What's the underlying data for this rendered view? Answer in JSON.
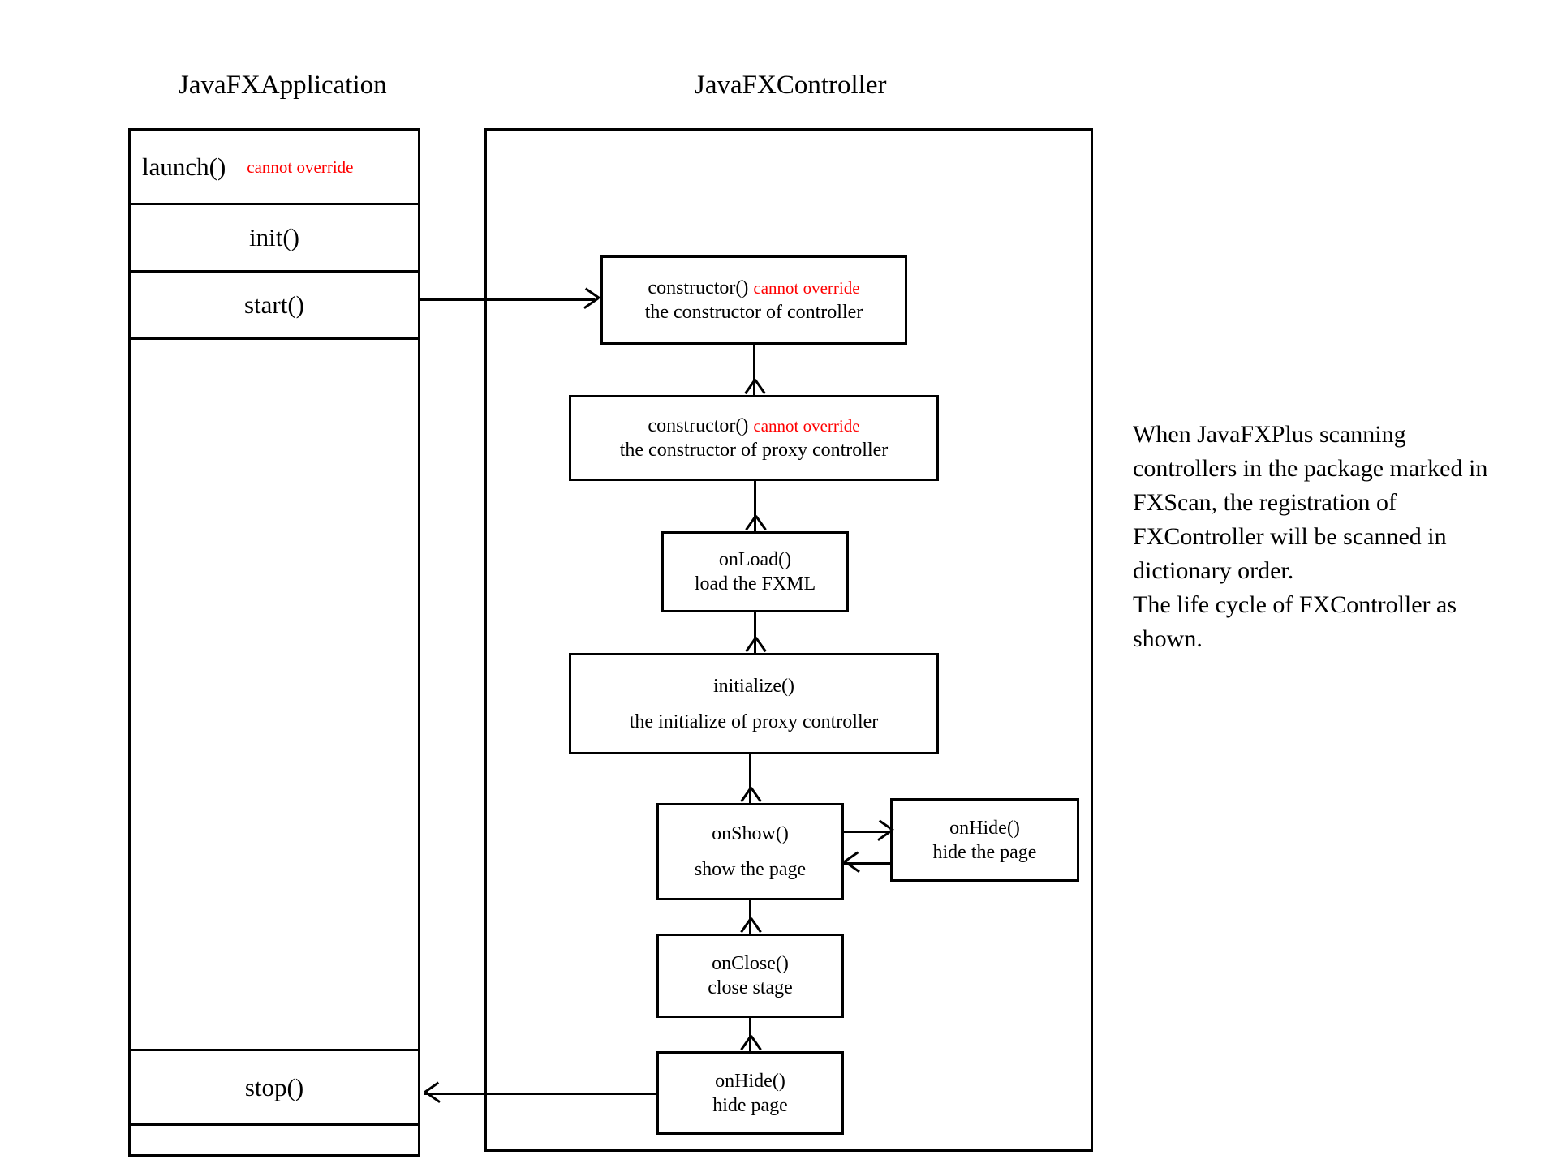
{
  "diagram": {
    "title_left": "JavaFXApplication",
    "title_right": "JavaFXController"
  },
  "application_class": {
    "name": "JavaFXApplication",
    "rows": [
      {
        "label": "launch()",
        "note": "cannot override",
        "note_color": "#ff0000"
      },
      {
        "label": "init()",
        "note": ""
      },
      {
        "label": "start()",
        "note": ""
      },
      {
        "label": "",
        "note": ""
      },
      {
        "label": "stop()",
        "note": ""
      },
      {
        "label": "",
        "note": ""
      }
    ]
  },
  "controller_class": {
    "name": "JavaFXController",
    "nodes": [
      {
        "id": "constructor",
        "line1": "constructor()",
        "line1_note": "cannot override",
        "line2": "the constructor of controller"
      },
      {
        "id": "constructor-proxy",
        "line1": "constructor()",
        "line1_note": "cannot override",
        "line2": "the constructor of proxy controller"
      },
      {
        "id": "onload",
        "line1": "onLoad()",
        "line1_note": "",
        "line2": "load the FXML"
      },
      {
        "id": "initialize",
        "line1": "initialize()",
        "line1_note": "",
        "line2": "the initialize of proxy controller"
      },
      {
        "id": "onshow",
        "line1": "onShow()",
        "line1_note": "",
        "line2": "show the page"
      },
      {
        "id": "onhide-side",
        "line1": "onHide()",
        "line1_note": "",
        "line2": "hide the page"
      },
      {
        "id": "onclose",
        "line1": "onClose()",
        "line1_note": "",
        "line2": "close stage"
      },
      {
        "id": "onhide-bottom",
        "line1": "onHide()",
        "line1_note": "",
        "line2": "hide page"
      }
    ]
  },
  "annotation": {
    "paragraph_1": "When JavaFXPlus scanning controllers in the package marked in FXScan, the registration of FXController will be scanned in dictionary order.",
    "paragraph_2": "The life cycle of FXController as shown."
  },
  "colors": {
    "stroke": "#000000",
    "background": "#ffffff",
    "warning": "#ff0000"
  }
}
